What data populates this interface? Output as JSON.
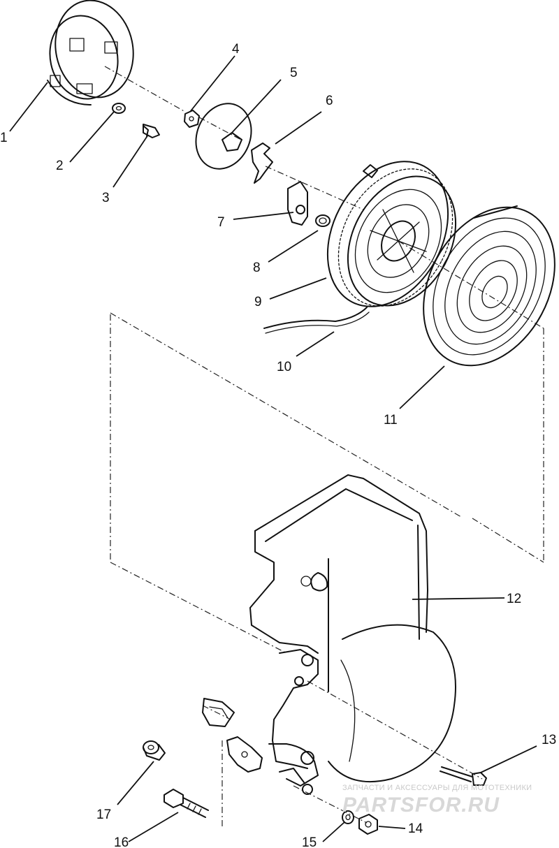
{
  "callouts": [
    {
      "id": "1",
      "label": "1"
    },
    {
      "id": "2",
      "label": "2"
    },
    {
      "id": "3",
      "label": "3"
    },
    {
      "id": "4",
      "label": "4"
    },
    {
      "id": "5",
      "label": "5"
    },
    {
      "id": "6",
      "label": "6"
    },
    {
      "id": "7",
      "label": "7"
    },
    {
      "id": "8",
      "label": "8"
    },
    {
      "id": "9",
      "label": "9"
    },
    {
      "id": "10",
      "label": "10"
    },
    {
      "id": "11",
      "label": "11"
    },
    {
      "id": "12",
      "label": "12"
    },
    {
      "id": "13",
      "label": "13"
    },
    {
      "id": "14",
      "label": "14"
    },
    {
      "id": "15",
      "label": "15"
    },
    {
      "id": "16",
      "label": "16"
    },
    {
      "id": "17",
      "label": "17"
    }
  ],
  "watermark": {
    "caption": "ЗАПЧАСТИ И АКСЕССУАРЫ ДЛЯ МОТОТЕХНИКИ",
    "logo_text": "PARTSFOR.RU"
  }
}
